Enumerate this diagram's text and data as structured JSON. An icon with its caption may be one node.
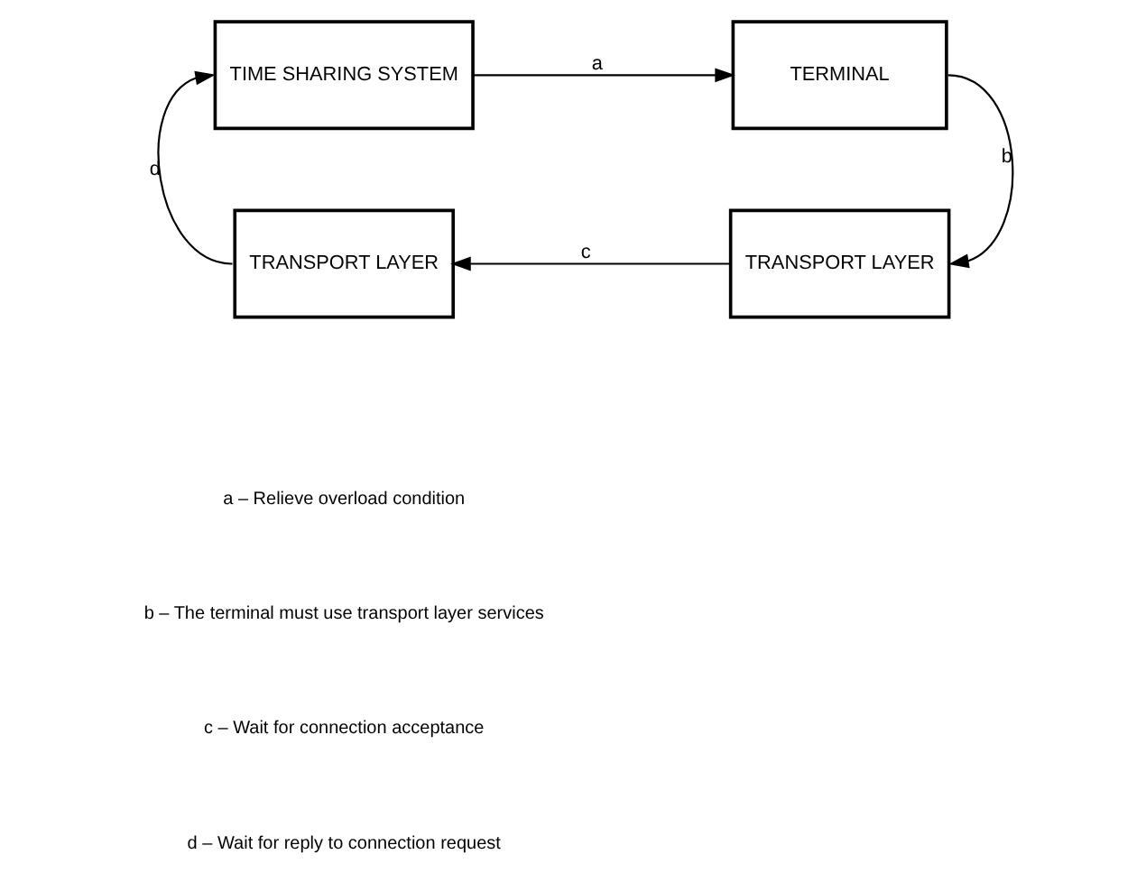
{
  "diagram": {
    "nodes": [
      {
        "text": [
          "TIME SHARING SYSTEM"
        ]
      },
      {
        "text": [
          "TRANSPORT LAYER"
        ]
      },
      {
        "text": [
          "TERMINAL"
        ]
      },
      {
        "text": [
          "TRANSPORT LAYER"
        ]
      }
    ],
    "edges": [
      {
        "from": 0,
        "to": 2,
        "arrow": "to",
        "label": "a"
      },
      {
        "from": 2,
        "to": 3,
        "arrow": "to",
        "label": "b"
      },
      {
        "from": 3,
        "to": 1,
        "arrow": "to",
        "label": "c"
      },
      {
        "from": 1,
        "to": 0,
        "arrow": "to",
        "label": "d"
      }
    ],
    "labels": [
      "a – Relieve overload condition",
      "b – The terminal must use transport layer services",
      "c – Wait for connection acceptance",
      "d – Wait for reply to connection request"
    ]
  }
}
